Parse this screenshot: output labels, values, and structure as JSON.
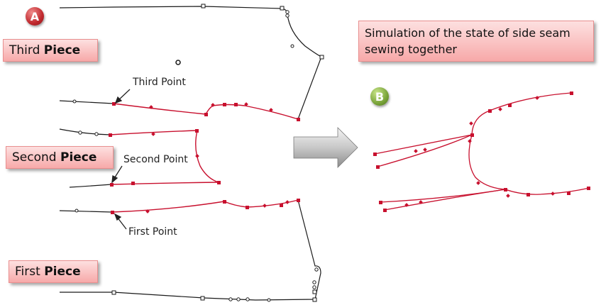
{
  "badges": {
    "a": "A",
    "b": "B"
  },
  "pieces": {
    "third": {
      "word1": "Third",
      "word2": "Piece"
    },
    "second": {
      "word1": "Second",
      "word2": "Piece"
    },
    "first": {
      "word1": "First",
      "word2": "Piece"
    }
  },
  "points": {
    "third": "Third Point",
    "second": "Second Point",
    "first": "First Point"
  },
  "simulation_text": {
    "line1": "Simulation of the state of side seam",
    "line2": "sewing together"
  },
  "colors": {
    "seam": "#c8102e",
    "outline": "#1a1a1a",
    "arrow": "#9a9a9a"
  }
}
